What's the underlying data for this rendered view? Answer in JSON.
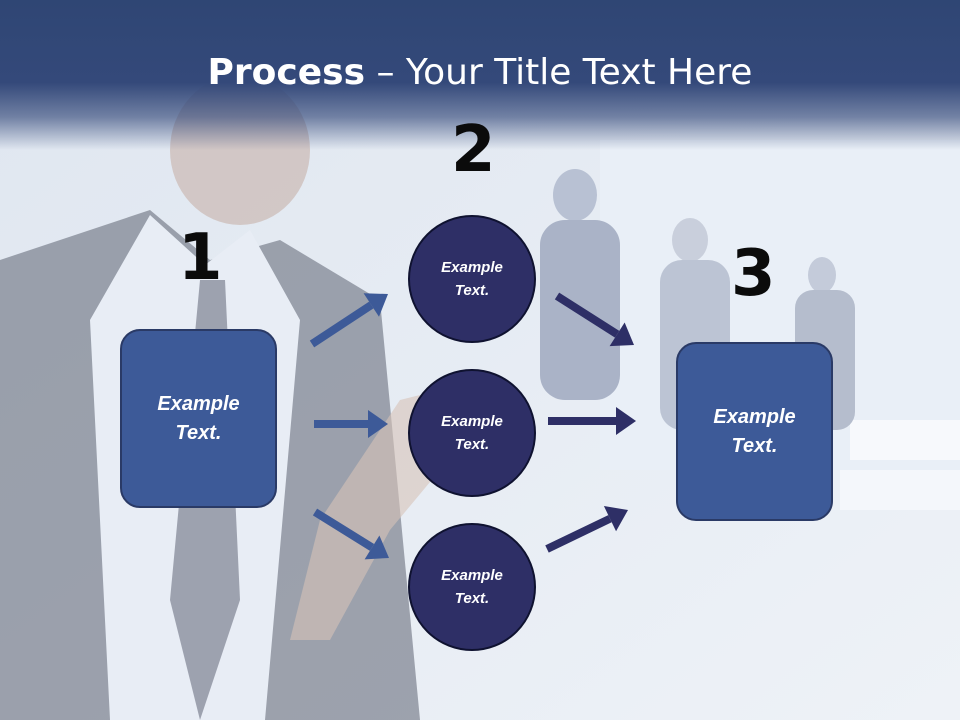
{
  "title": {
    "bold": "Process",
    "rest": " – Your Title Text Here"
  },
  "step_numbers": [
    "1",
    "2",
    "3"
  ],
  "left_box": {
    "text_line1": "Example",
    "text_line2": "Text."
  },
  "right_box": {
    "text_line1": "Example",
    "text_line2": "Text."
  },
  "circles": [
    {
      "line1": "Example",
      "line2": "Text."
    },
    {
      "line1": "Example",
      "line2": "Text."
    },
    {
      "line1": "Example",
      "line2": "Text."
    }
  ],
  "colors": {
    "header": "#2f4674",
    "box_fill": "#3d5a98",
    "circle_fill": "#2e2f66",
    "arrow_light": "#3d5a98",
    "arrow_dark": "#2e2f66"
  }
}
